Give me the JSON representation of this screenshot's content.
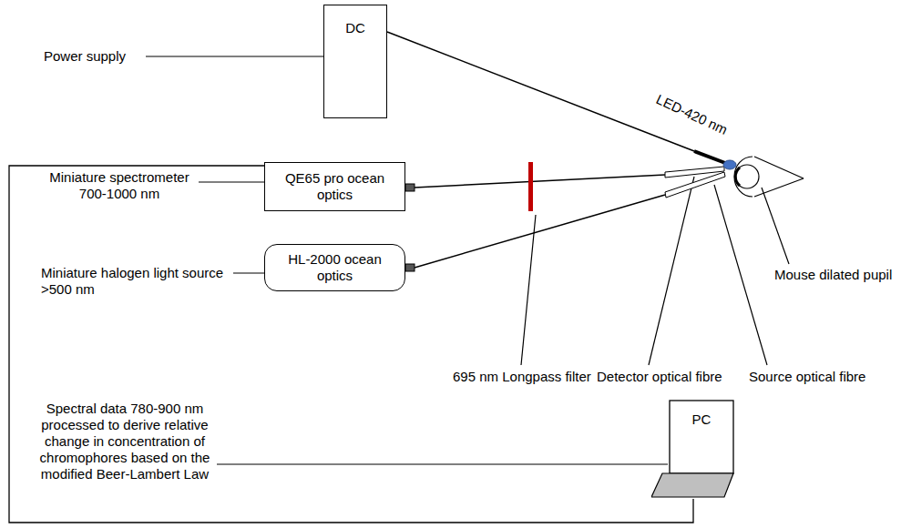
{
  "diagram": {
    "nodes": [
      {
        "text": [
          "DC"
        ]
      },
      {
        "text": [
          "QE65 pro ocean optics"
        ]
      },
      {
        "text": [
          "HL-2000 ocean optics"
        ]
      },
      {
        "text": [
          "PC"
        ]
      }
    ],
    "edges": [
      {
        "from": 1,
        "to": 3,
        "arrow": "none"
      }
    ],
    "labels": [
      "Power supply",
      "Miniature spectrometer 700-1000 nm",
      "Miniature halogen light source >500 nm",
      "Spectral data 780-900 nm processed to derive relative change in concentration of chromophores based on the modified Beer-Lambert Law",
      "LED-420 nm",
      "695 nm Longpass filter",
      "Detector optical fibre",
      "Source optical fibre",
      "Mouse dilated pupil"
    ]
  }
}
